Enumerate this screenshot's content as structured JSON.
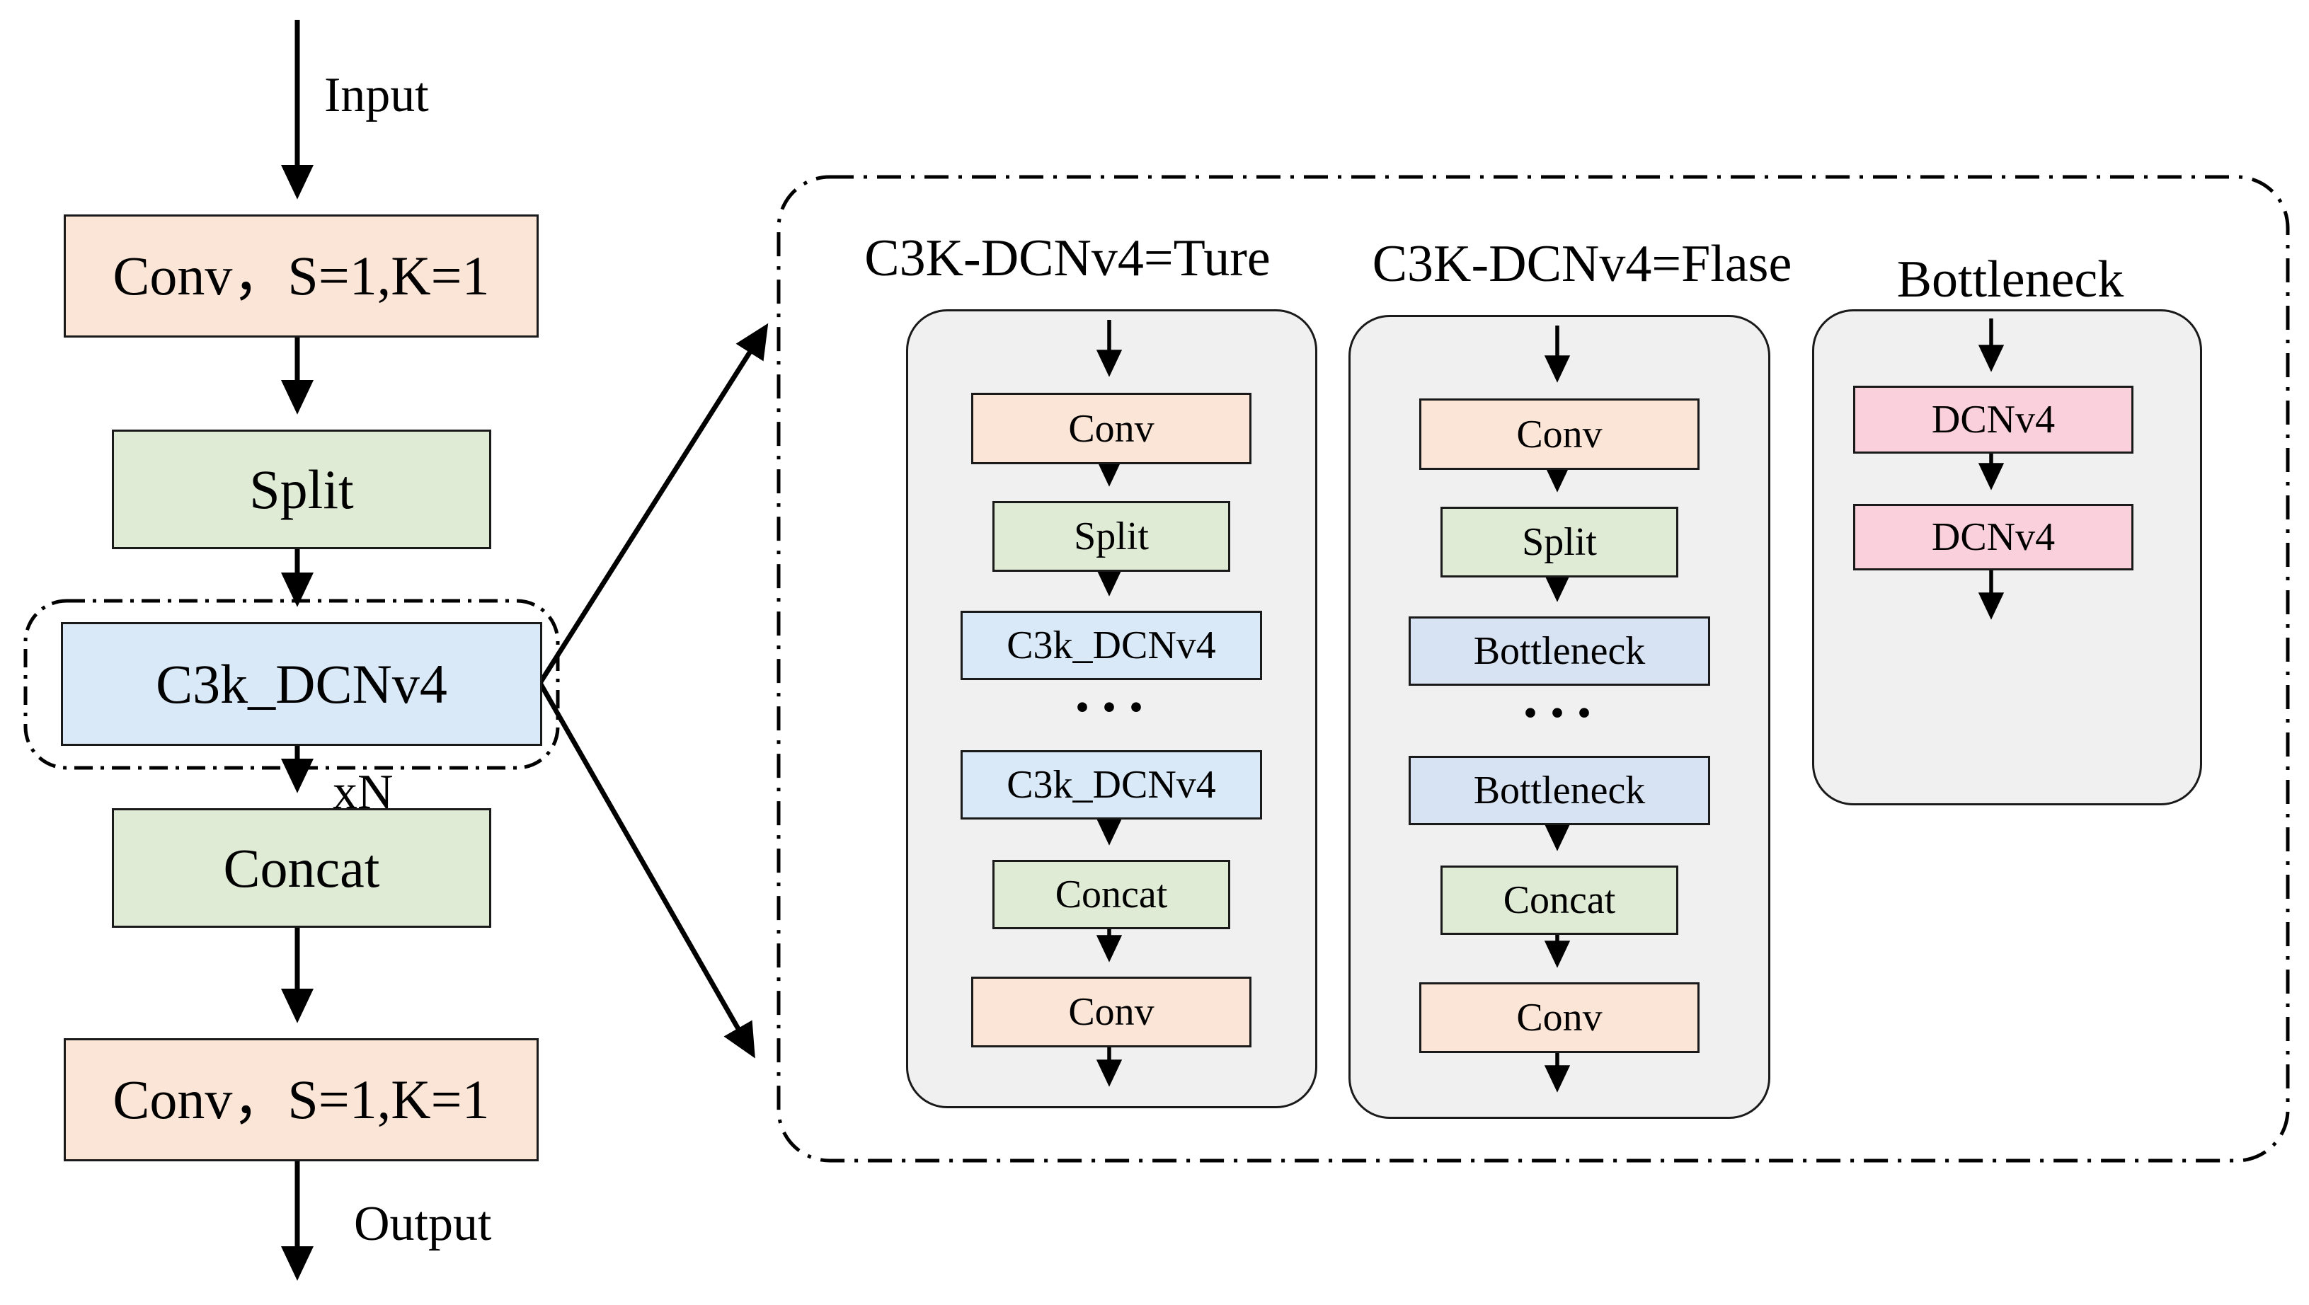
{
  "colors": {
    "conv_fill": "#FBE5D6",
    "split_concat_fill": "#DFEBD5",
    "c3k_fill": "#D9E9F7",
    "bottleneck_fill": "#D7E2F2",
    "dcnv4_fill": "#FAD0DC",
    "panel_fill": "#F0F0F0",
    "stroke": "#000000"
  },
  "left_flow": {
    "input_label": "Input",
    "conv_top_label": "Conv，S=1,K=1",
    "split_label": "Split",
    "c3k_label": "C3k_DCNv4",
    "repeat_label": "xN",
    "concat_label": "Concat",
    "conv_bottom_label": "Conv，S=1,K=1",
    "output_label": "Output"
  },
  "panel_true": {
    "title": "C3K-DCNv4=Ture",
    "conv_top": "Conv",
    "split": "Split",
    "c3k_1": "C3k_DCNv4",
    "dots": "···",
    "c3k_2": "C3k_DCNv4",
    "concat": "Concat",
    "conv_bottom": "Conv"
  },
  "panel_false": {
    "title": "C3K-DCNv4=Flase",
    "conv_top": "Conv",
    "split": "Split",
    "bottleneck_1": "Bottleneck",
    "dots": "···",
    "bottleneck_2": "Bottleneck",
    "concat": "Concat",
    "conv_bottom": "Conv"
  },
  "panel_bottleneck": {
    "title": "Bottleneck",
    "dcnv4_1": "DCNv4",
    "dcnv4_2": "DCNv4"
  }
}
